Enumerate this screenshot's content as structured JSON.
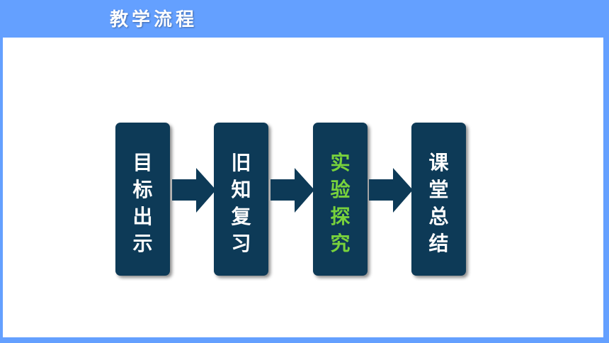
{
  "header": {
    "title": "教学流程"
  },
  "steps": [
    {
      "label": "目标出示",
      "active": false
    },
    {
      "label": "旧知复习",
      "active": false
    },
    {
      "label": "实验探究",
      "active": true
    },
    {
      "label": "课堂总结",
      "active": false
    }
  ],
  "colors": {
    "header_bg": "#64a0ff",
    "step_bg": "#0d3a57",
    "step_text": "#ffffff",
    "active_text": "#78d23c"
  },
  "icons": [
    "arrow-right-icon"
  ]
}
